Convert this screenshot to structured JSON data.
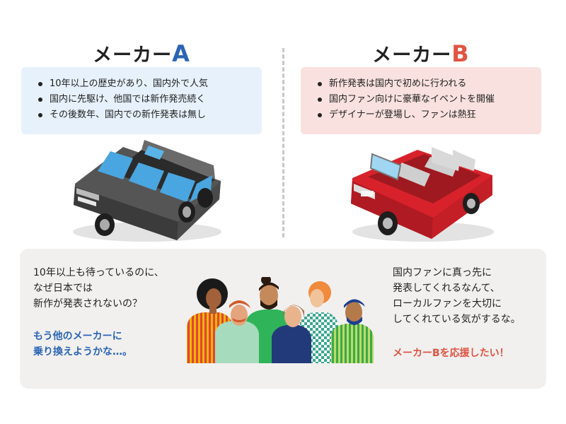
{
  "maker_a": {
    "heading_prefix": "メーカー",
    "heading_letter": "A",
    "accent_color": "#2b64b5",
    "box_color": "#e6f1fb",
    "bullets": [
      "10年以上の歴史があり、国内外で人気",
      "国内に先駆け、他国では新作発売続く",
      "その後数年、国内での新作発表は無し"
    ],
    "car_icon": "black-limousine-icon"
  },
  "maker_b": {
    "heading_prefix": "メーカー",
    "heading_letter": "B",
    "accent_color": "#e05443",
    "box_color": "#f8e1df",
    "bullets": [
      "新作発表は国内で初めに行われる",
      "国内ファン向けに豪華なイベントを開催",
      "デザイナーが登場し、ファンは熱狂"
    ],
    "car_icon": "red-convertible-icon"
  },
  "panel": {
    "left_quote": [
      "10年以上も待っているのに、",
      "なぜ日本では",
      "新作が発表されないの？"
    ],
    "left_conclusion": [
      "もう他のメーカーに",
      "乗り換えようかな…。"
    ],
    "right_quote": [
      "国内ファンに真っ先に",
      "発表してくれるなんて、",
      "ローカルファンを大切に",
      "してくれている気がするな。"
    ],
    "right_conclusion": "メーカーBを応援したい！",
    "crowd_icon": "fans-group-icon"
  }
}
